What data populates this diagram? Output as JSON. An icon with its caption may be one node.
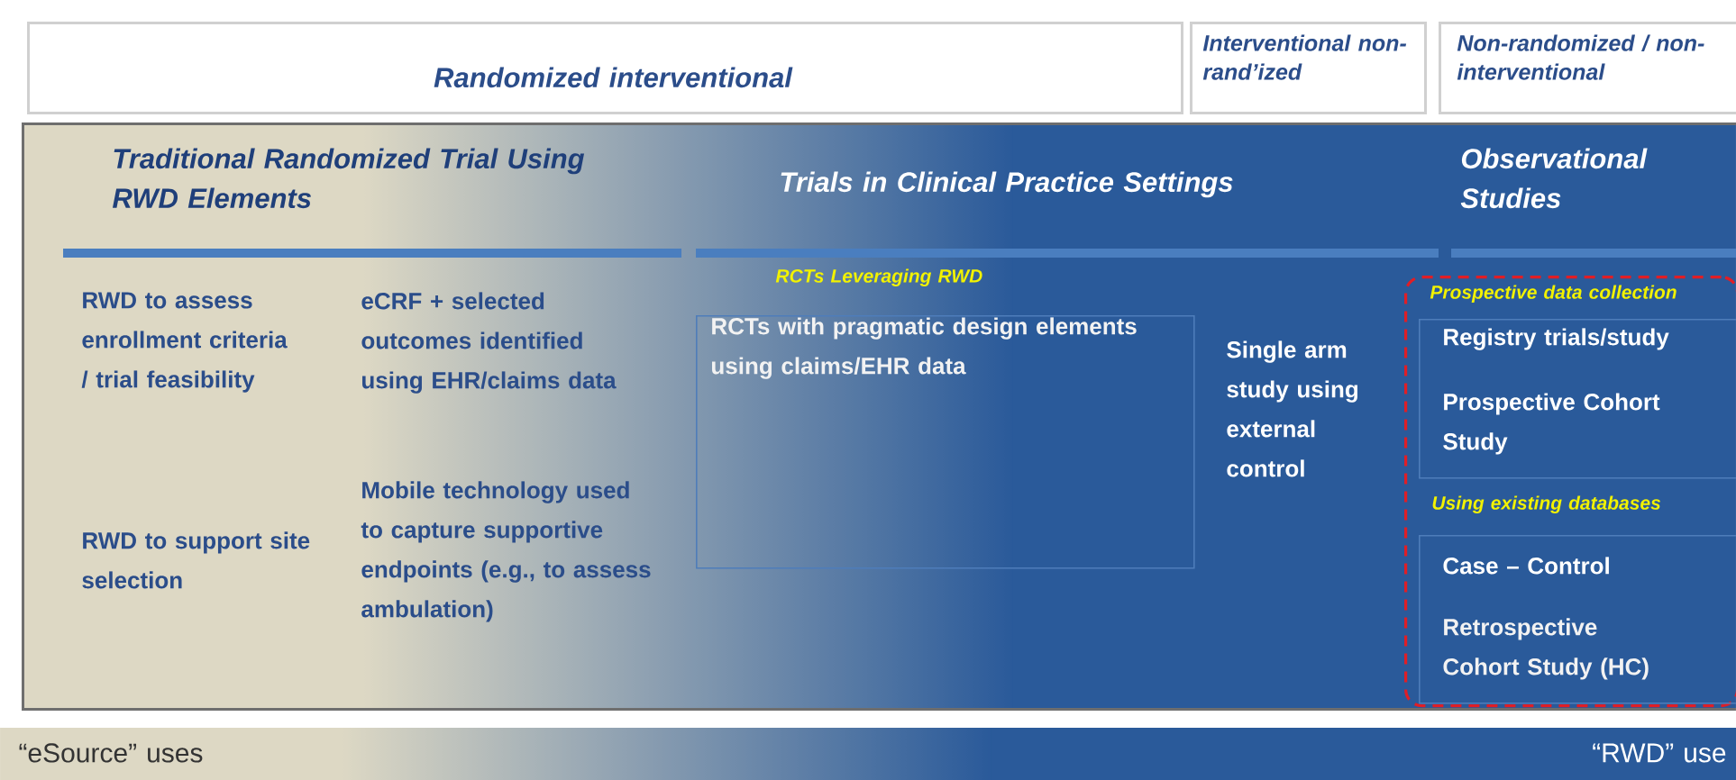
{
  "diagram": {
    "nodes": [
      {
        "text": [
          "Randomized interventional"
        ]
      },
      {
        "text": [
          "Interventional non-rand’ized"
        ]
      },
      {
        "text": [
          "Non-randomized / non-interventional"
        ]
      },
      {
        "text": [
          "Traditional Randomized Trial Using RWD Elements",
          "Trials in Clinical Practice Settings",
          "Observational Studies",
          "RWD to assess enrollment criteria / trial feasibility",
          "eCRF + selected outcomes identified using EHR/claims data",
          "RWD to support site selection",
          "Mobile technology used to capture supportive endpoints (e.g., to assess ambulation)",
          "Single arm study using external control"
        ]
      },
      {
        "text": [
          "RCTs Leveraging RWD",
          "RCTs with pragmatic design elements using claims/EHR data"
        ],
        "in": 3
      },
      {
        "text": [
          "Prospective data collection",
          "Using existing databases"
        ],
        "in": 3
      },
      {
        "text": [
          "Registry trials/study",
          "Prospective Cohort Study"
        ],
        "in": 5
      },
      {
        "text": [
          "Case – Control",
          "Retrospective Cohort Study (HC)"
        ],
        "in": 5
      },
      {
        "text": [
          "“eSource” uses",
          "“RWD” use"
        ]
      }
    ]
  }
}
